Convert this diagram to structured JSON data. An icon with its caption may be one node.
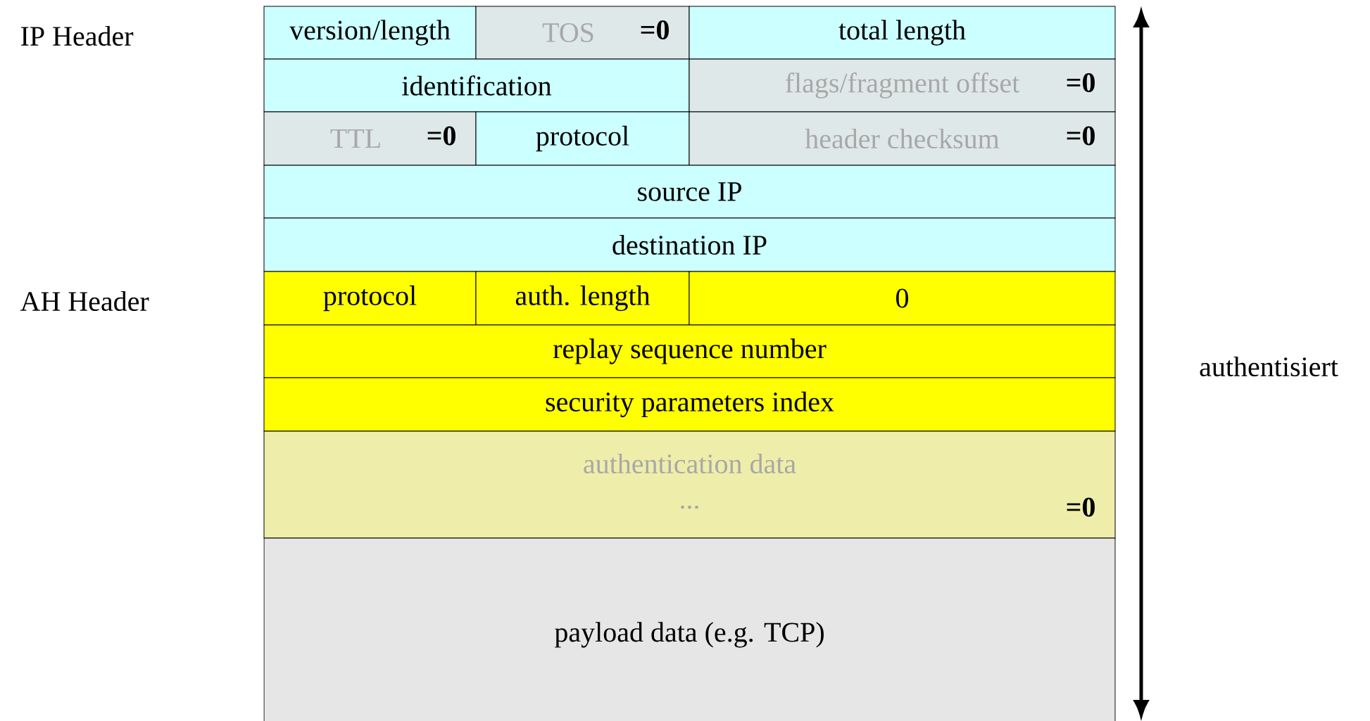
{
  "diagram": {
    "nodes": [
      {
        "text": [
          "version/length"
        ]
      },
      {
        "text": [
          "TOS",
          "=0"
        ]
      },
      {
        "text": [
          "total length"
        ]
      },
      {
        "text": [
          "identification"
        ]
      },
      {
        "text": [
          "flags/fragment offset",
          "=0"
        ]
      },
      {
        "text": [
          "TTL",
          "=0"
        ]
      },
      {
        "text": [
          "protocol"
        ]
      },
      {
        "text": [
          "header checksum",
          "=0"
        ]
      },
      {
        "text": [
          "source IP"
        ]
      },
      {
        "text": [
          "destination IP"
        ]
      },
      {
        "text": [
          "protocol"
        ]
      },
      {
        "text": [
          "auth. length"
        ]
      },
      {
        "text": [
          "0"
        ]
      },
      {
        "text": [
          "replay sequence number"
        ]
      },
      {
        "text": [
          "security parameters index"
        ]
      },
      {
        "text": [
          "authentication data",
          "...",
          "=0"
        ]
      },
      {
        "text": [
          "payload data (e.g. TCP)"
        ]
      }
    ],
    "edges": [],
    "labels": [
      "IP Header",
      "AH Header",
      "authentisiert"
    ]
  }
}
